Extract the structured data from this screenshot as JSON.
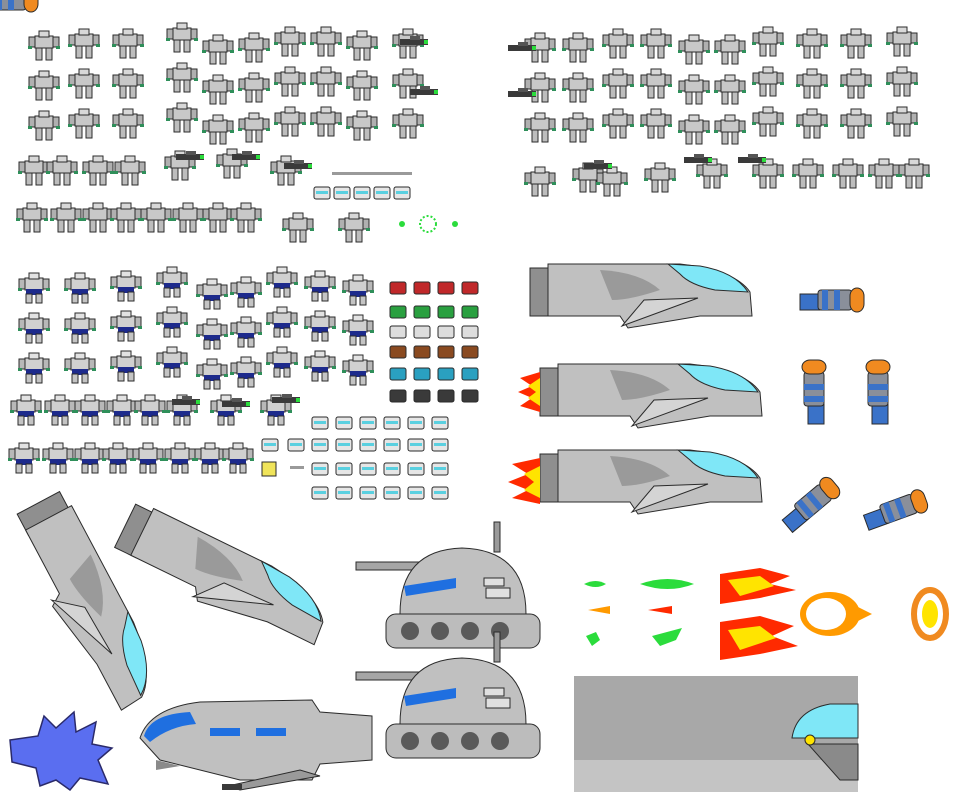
{
  "sheet": {
    "background": "#ffffff",
    "colors": {
      "robot_body": "#c8c8c8",
      "robot_outline": "#2b2b2b",
      "robot_accent_green": "#2f8f5a",
      "robot_accent_blue": "#1d2a8c",
      "hull_gray": "#c0c0c0",
      "hull_dark": "#9a9a9a",
      "glass_cyan": "#7fe7f7",
      "accent_blue": "#1f6fe0",
      "flame_red": "#ff2a00",
      "flame_orange": "#ff9a00",
      "flame_yellow": "#ffe400",
      "plasma_green": "#2bdc3c",
      "cannon_blue": "#3a72c8",
      "cannon_orange": "#f08a20",
      "explosion_blue": "#5a6ef0",
      "panel_gray": "#a8a8a8"
    }
  },
  "groups": [
    {
      "name": "white-mech-sprites",
      "icon": "robot-icon"
    },
    {
      "name": "blue-mech-sprites",
      "icon": "robot-icon"
    },
    {
      "name": "mech-heads-palette",
      "icon": "helmet-icon"
    },
    {
      "name": "dropship-hull",
      "icon": "ship-icon"
    },
    {
      "name": "turret-cannons",
      "icon": "cannon-icon"
    },
    {
      "name": "tanks",
      "icon": "tank-icon"
    },
    {
      "name": "projectiles-effects",
      "icon": "flame-icon"
    },
    {
      "name": "fighter-ship",
      "icon": "jet-icon"
    },
    {
      "name": "explosion-splash",
      "icon": "burst-icon"
    },
    {
      "name": "cockpit-panel",
      "icon": "panel-icon"
    }
  ]
}
